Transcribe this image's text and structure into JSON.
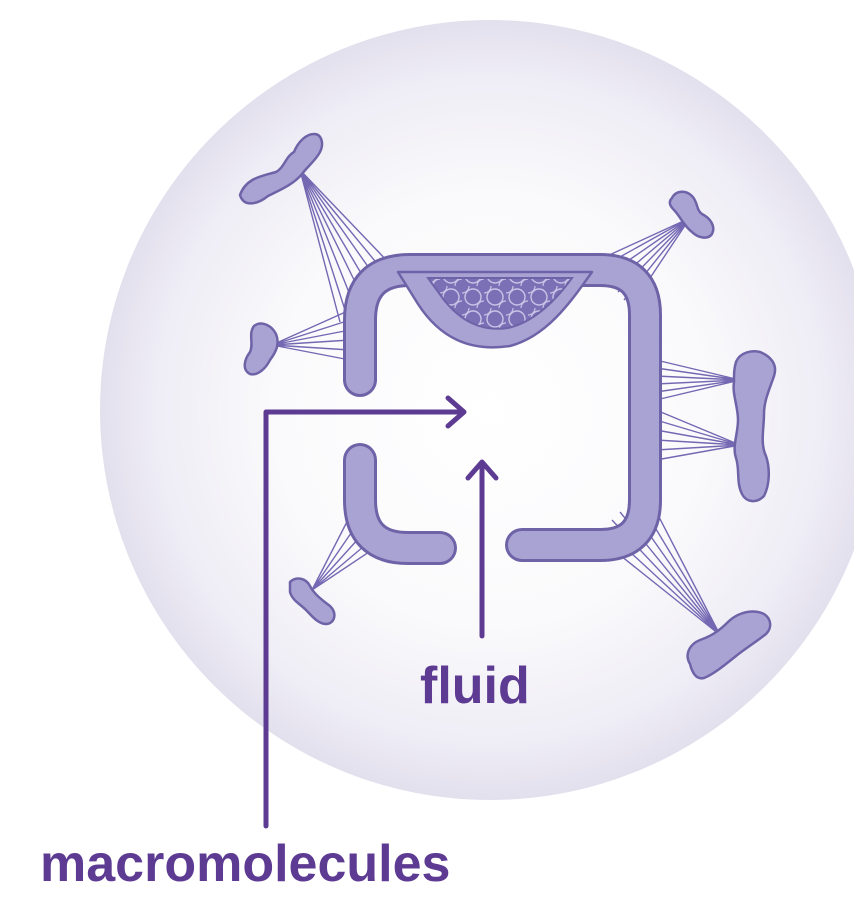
{
  "labels": {
    "fluid": "fluid",
    "macromolecules": "macromolecules"
  },
  "colors": {
    "arrow": "#5e3b93",
    "membrane_fill": "#a9a3d4",
    "membrane_stroke": "#6f63a8",
    "molecule_fill": "#a9a3d4",
    "sphere_center": "#ffffff",
    "sphere_edge": "#e6e3f0"
  },
  "icons": {
    "vesicle": "pinocytosis-vesicle-diagram",
    "arrows": "arrow-right, arrow-up"
  }
}
